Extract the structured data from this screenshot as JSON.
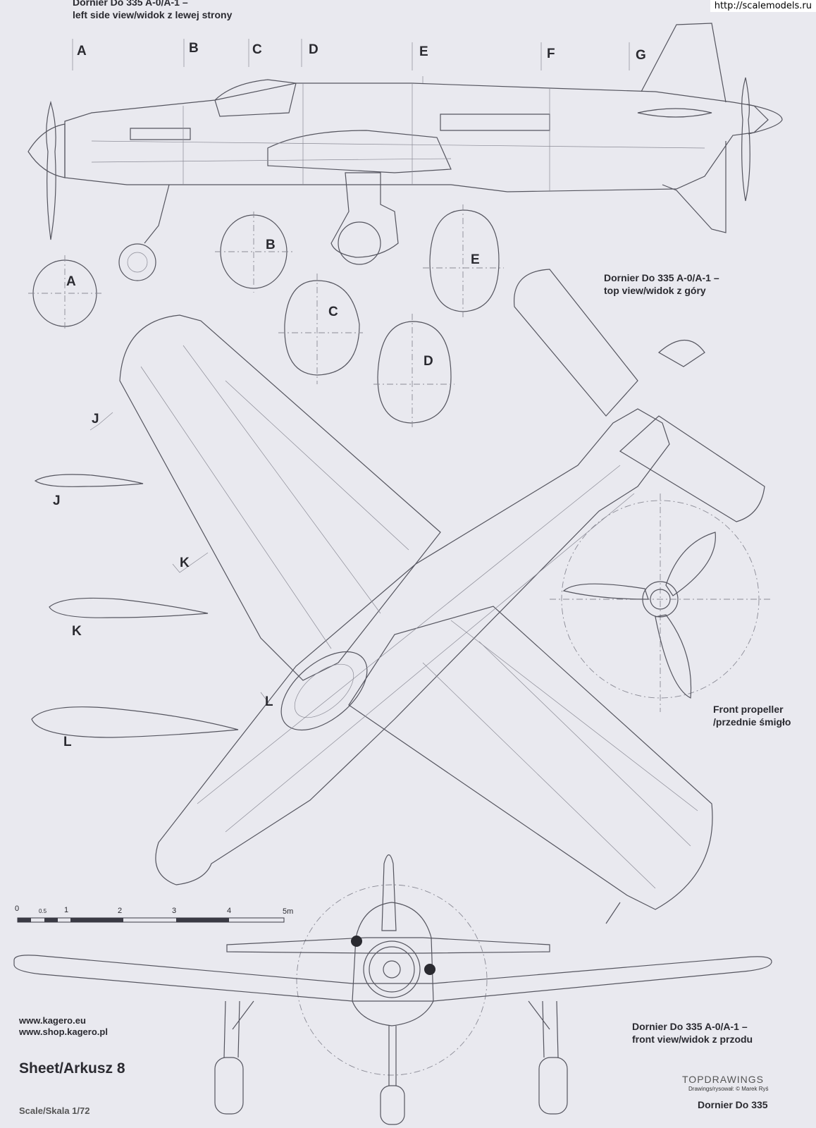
{
  "watermark_url": "http://scalemodels.ru",
  "side_view": {
    "title_line1": "Dornier Do 335 A-0/A-1 –",
    "title_line2": "left side view/widok z lewej strony",
    "section_markers": [
      "A",
      "B",
      "C",
      "D",
      "E",
      "F",
      "G"
    ]
  },
  "top_view": {
    "title_line1": "Dornier Do 335 A-0/A-1 –",
    "title_line2": "top view/widok z góry"
  },
  "front_view": {
    "title_line1": "Dornier Do 335 A-0/A-1 –",
    "title_line2": "front view/widok z przodu"
  },
  "cross_sections": [
    "A",
    "B",
    "C",
    "D",
    "E"
  ],
  "airfoil_sections": [
    "J",
    "K",
    "L"
  ],
  "propeller": {
    "label_line1": "Front propeller",
    "label_line2": "/przednie śmigło"
  },
  "scale_bar": {
    "ticks": [
      "0",
      "0.5",
      "1",
      "2",
      "3",
      "4",
      "5m"
    ]
  },
  "footer": {
    "website1": "www.kagero.eu",
    "website2": "www.shop.kagero.pl",
    "sheet": "Sheet/Arkusz 8",
    "scale": "Scale/Skala 1/72",
    "brand": "TOPDRAWINGS",
    "credit": "Drawings/rysował: © Marek Ryś",
    "model": "Dornier Do 335"
  }
}
